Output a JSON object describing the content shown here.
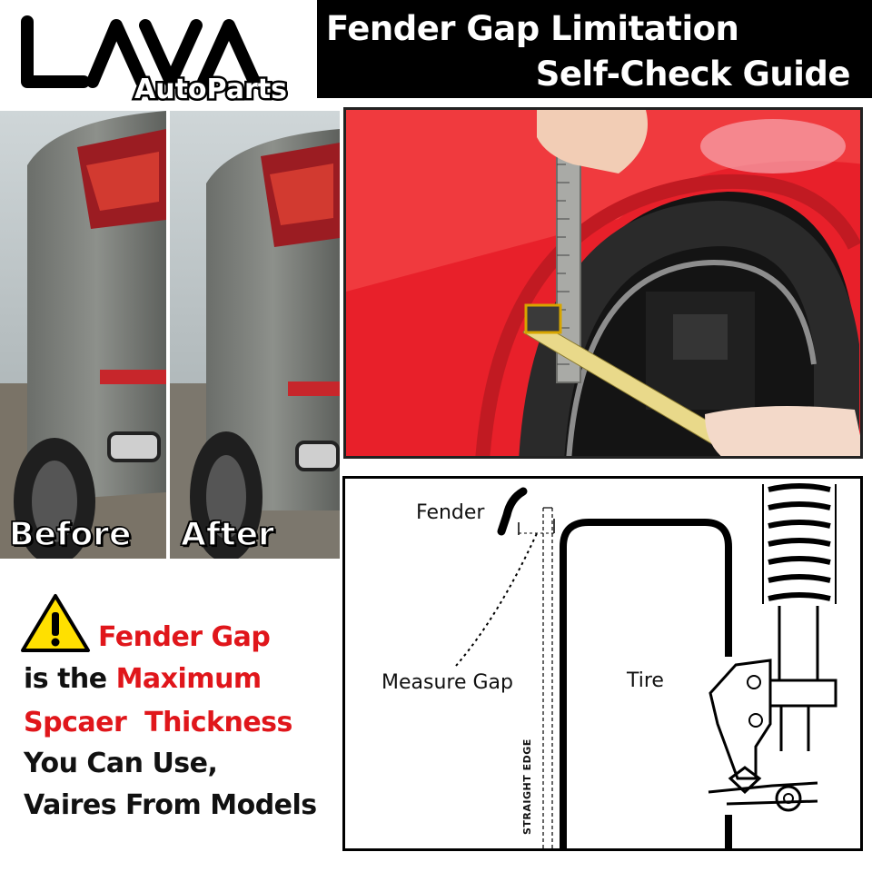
{
  "logo": {
    "wordmark": "LAVA",
    "sub": "AutoParts"
  },
  "title": {
    "line1": "Fender Gap Limitation",
    "line2": "Self-Check Guide"
  },
  "photos": {
    "before_label": "Before",
    "after_label": "After"
  },
  "diagram": {
    "fender_label": "Fender",
    "gap_label": "Measure Gap",
    "tire_label": "Tire",
    "straight_edge_label": "STRAIGHT EDGE"
  },
  "warning": {
    "line1_red": "Fender Gap",
    "line2_black": "is the ",
    "line2_red": "Maximum",
    "line3_red": "Spcaer  Thickness",
    "line4": "You Can Use,",
    "line5": "Vaires From Models"
  },
  "colors": {
    "accent_red": "#e0161b",
    "warning_yellow": "#ffe000",
    "car_red": "#e8202a"
  }
}
